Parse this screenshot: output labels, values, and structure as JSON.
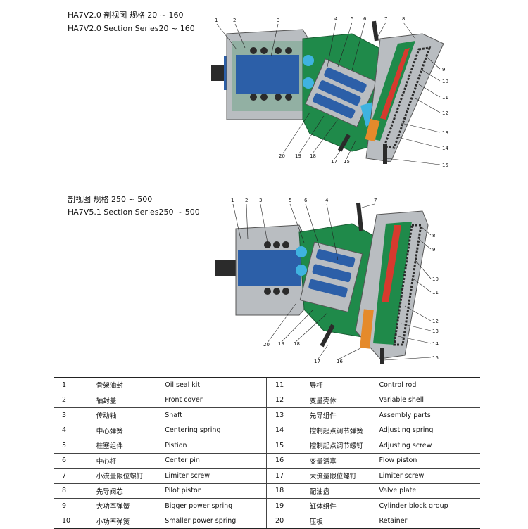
{
  "diagram_top": {
    "title_cn": "HA7V2.0  剖视图  规格 20 ~ 160",
    "title_en": "HA7V2.0  Section  Series20 ~ 160",
    "labels": [
      "1",
      "2",
      "3",
      "4",
      "5",
      "6",
      "7",
      "8",
      "9",
      "10",
      "11",
      "12",
      "13",
      "14",
      "15",
      "20",
      "19",
      "18",
      "17",
      "15"
    ]
  },
  "diagram_bottom": {
    "title_cn": "剖视图  规格 250 ~ 500",
    "title_en": "HA7V5.1  Section  Series250 ~ 500",
    "labels": [
      "1",
      "2",
      "3",
      "5",
      "6",
      "4",
      "7",
      "8",
      "9",
      "10",
      "11",
      "12",
      "13",
      "14",
      "15",
      "20",
      "19",
      "18",
      "17",
      "16"
    ]
  },
  "colors": {
    "housing": "#b9bdc1",
    "green": "#1f8a4a",
    "blue": "#2c5fa8",
    "cyan": "#3fb3e0",
    "red": "#d63a2e",
    "orange": "#e58a2b",
    "dark": "#2b2b2b"
  },
  "parts": [
    {
      "no": "1",
      "cn": "骨架油封",
      "en": "Oil seal kit"
    },
    {
      "no": "2",
      "cn": "轴封盖",
      "en": "Front cover"
    },
    {
      "no": "3",
      "cn": "传动轴",
      "en": "Shaft"
    },
    {
      "no": "4",
      "cn": "中心弹簧",
      "en": "Centering spring"
    },
    {
      "no": "5",
      "cn": "柱塞组件",
      "en": "Pistion"
    },
    {
      "no": "6",
      "cn": "中心杆",
      "en": "Center pin"
    },
    {
      "no": "7",
      "cn": "小流量限位螺钉",
      "en": "Limiter screw"
    },
    {
      "no": "8",
      "cn": "先导阀芯",
      "en": "Pilot piston"
    },
    {
      "no": "9",
      "cn": "大功率弹簧",
      "en": "Bigger power spring"
    },
    {
      "no": "10",
      "cn": "小功率弹簧",
      "en": "Smaller power spring"
    },
    {
      "no": "11",
      "cn": "导杆",
      "en": "Control rod"
    },
    {
      "no": "12",
      "cn": "变量壳体",
      "en": "Variable shell"
    },
    {
      "no": "13",
      "cn": "先导组件",
      "en": "Assembly parts"
    },
    {
      "no": "14",
      "cn": "控制起点调节弹簧",
      "en": "Adjusting spring"
    },
    {
      "no": "15",
      "cn": "控制起点调节螺钉",
      "en": "Adjusting screw"
    },
    {
      "no": "16",
      "cn": "变量活塞",
      "en": "Flow piston"
    },
    {
      "no": "17",
      "cn": "大流量限位螺钉",
      "en": "Limiter screw"
    },
    {
      "no": "18",
      "cn": "配油盘",
      "en": "Valve plate"
    },
    {
      "no": "19",
      "cn": "缸体组件",
      "en": "Cylinder block group"
    },
    {
      "no": "20",
      "cn": "压板",
      "en": "Retainer"
    }
  ]
}
